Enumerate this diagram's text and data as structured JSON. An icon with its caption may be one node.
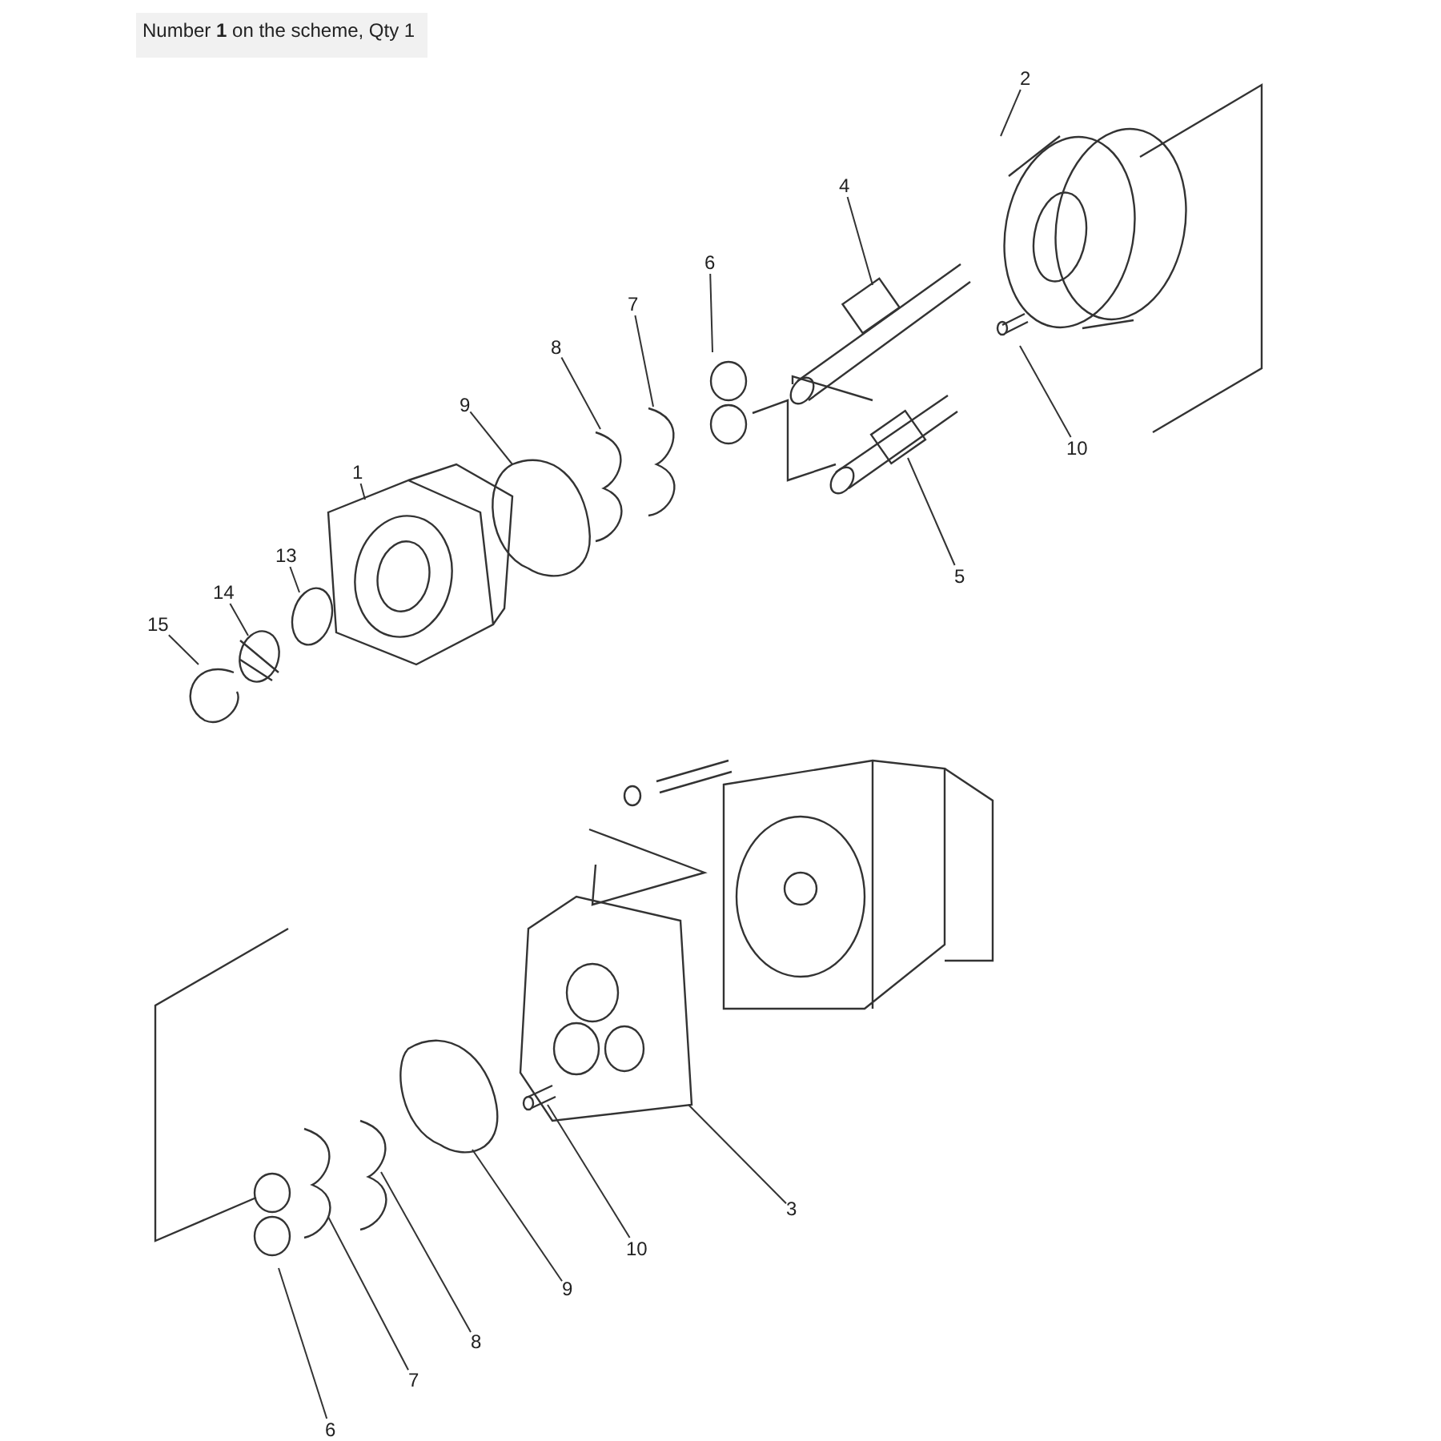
{
  "diagram": {
    "title": "Number **1** on the scheme, Qty 1",
    "nodes": [
      {
        "text": [
          "2"
        ]
      },
      {
        "text": [
          "4"
        ]
      },
      {
        "text": [
          "6"
        ]
      },
      {
        "text": [
          "7"
        ]
      },
      {
        "text": [
          "8"
        ]
      },
      {
        "text": [
          "9"
        ]
      },
      {
        "text": [
          "10"
        ]
      },
      {
        "text": [
          "1"
        ]
      },
      {
        "text": [
          "13"
        ]
      },
      {
        "text": [
          "5"
        ]
      },
      {
        "text": [
          "14"
        ]
      },
      {
        "text": [
          "15"
        ]
      },
      {
        "text": [
          "3"
        ]
      },
      {
        "text": [
          "10"
        ]
      },
      {
        "text": [
          "9"
        ]
      },
      {
        "text": [
          "8"
        ]
      },
      {
        "text": [
          "7"
        ]
      },
      {
        "text": [
          "6"
        ]
      }
    ],
    "edges": [
      {
        "from": 0,
        "to": null,
        "arrow": "none"
      },
      {
        "from": 1,
        "to": null,
        "arrow": "none"
      },
      {
        "from": 2,
        "to": null,
        "arrow": "none"
      },
      {
        "from": 3,
        "to": null,
        "arrow": "none"
      },
      {
        "from": 4,
        "to": null,
        "arrow": "none"
      },
      {
        "from": 5,
        "to": null,
        "arrow": "none"
      },
      {
        "from": 6,
        "to": null,
        "arrow": "none"
      },
      {
        "from": 7,
        "to": null,
        "arrow": "none"
      },
      {
        "from": 8,
        "to": null,
        "arrow": "none"
      },
      {
        "from": 9,
        "to": null,
        "arrow": "none"
      },
      {
        "from": 10,
        "to": null,
        "arrow": "none"
      },
      {
        "from": 11,
        "to": null,
        "arrow": "none"
      },
      {
        "from": 12,
        "to": null,
        "arrow": "none"
      },
      {
        "from": 13,
        "to": null,
        "arrow": "none"
      },
      {
        "from": 14,
        "to": null,
        "arrow": "none"
      },
      {
        "from": 15,
        "to": null,
        "arrow": "none"
      },
      {
        "from": 16,
        "to": null,
        "arrow": "none"
      },
      {
        "from": 17,
        "to": null,
        "arrow": "none"
      }
    ]
  }
}
